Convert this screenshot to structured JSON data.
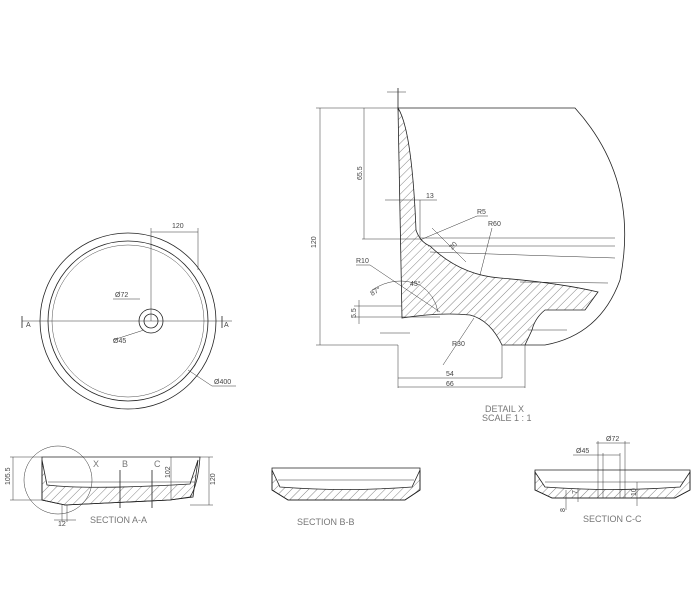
{
  "plan_view": {
    "dim_120": "120",
    "dim_d72": "Ø72",
    "dim_d45": "Ø45",
    "dim_d400": "Ø400",
    "section_left": "A",
    "section_right": "A"
  },
  "detail_x": {
    "title": "DETAIL X",
    "scale": "SCALE 1 : 1",
    "dims": {
      "h120": "120",
      "h65_5": "65.5",
      "w13": "13",
      "r5": "R5",
      "r60": "R60",
      "r10": "R10",
      "a87": "87°",
      "a45": "45°",
      "d20": "20",
      "h5_5": "5.5",
      "r30": "R30",
      "w54": "54",
      "w66": "66"
    }
  },
  "section_aa": {
    "title": "SECTION A-A",
    "x": "X",
    "b": "B",
    "c": "C",
    "h105_5": "105.5",
    "h102": "102",
    "h120": "120",
    "w12": "12"
  },
  "section_bb": {
    "title": "SECTION B-B"
  },
  "section_cc": {
    "title": "SECTION C-C",
    "d72": "Ø72",
    "d45": "Ø45",
    "h8": "8",
    "h7": "7",
    "h10": "10"
  }
}
